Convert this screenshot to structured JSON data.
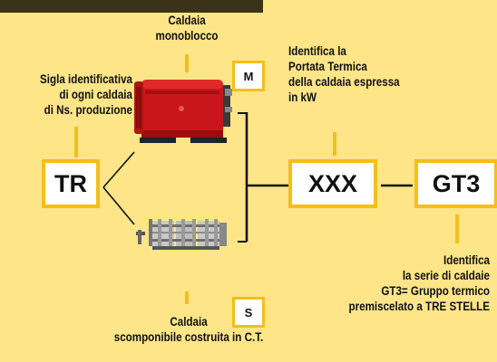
{
  "labels": {
    "monoblocco": [
      "Caldaia",
      "monoblocco"
    ],
    "sigla": [
      "Sigla identificativa",
      "di ogni caldaia",
      "di Ns. produzione"
    ],
    "portata": [
      "Identifica la",
      "Portata Termica",
      "della caldaia espressa",
      "in kW"
    ],
    "serie": [
      "Identifica",
      "la serie di caldaie",
      "GT3= Gruppo termico",
      "premiscelato a TRE STELLE"
    ],
    "scomponibile": [
      "Caldaia",
      "scomponibile costruita in C.T."
    ]
  },
  "codes": {
    "tr": "TR",
    "xxx": "XXX",
    "gt3": "GT3",
    "m": "M",
    "s": "S"
  },
  "colors": {
    "background": "#fde588",
    "accent": "#f4be1c",
    "box_fill": "#ffffff",
    "boiler_red": "#c8161c"
  }
}
